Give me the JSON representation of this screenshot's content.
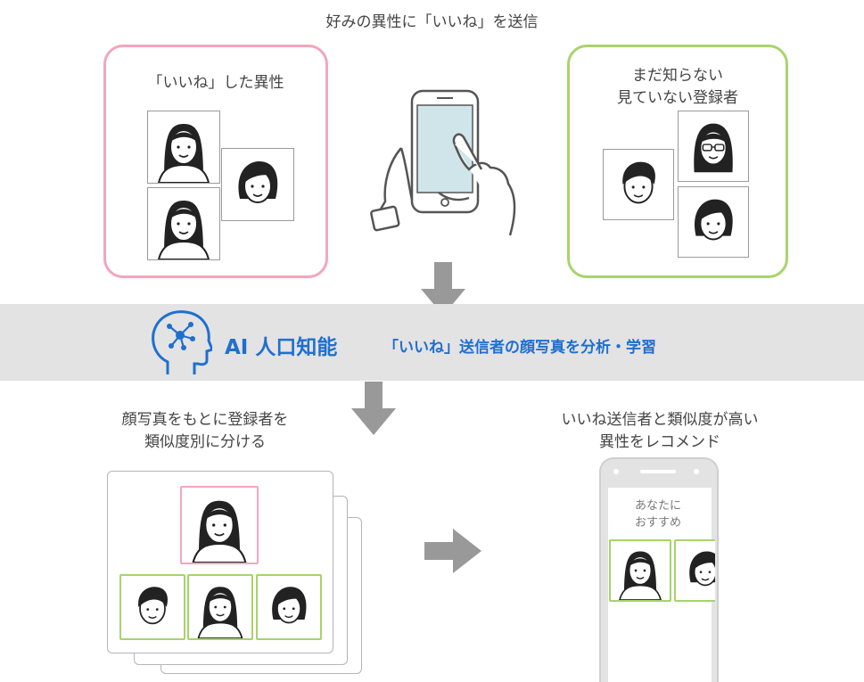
{
  "top": {
    "heading": "好みの異性に「いいね」を送信"
  },
  "liked_panel": {
    "title": "「いいね」した異性",
    "border_color": "#f2a6bd"
  },
  "unseen_panel": {
    "title_line1": "まだ知らない",
    "title_line2": "見ていない登録者",
    "border_color": "#a8d46b"
  },
  "ai_band": {
    "title": "AI 人口知能",
    "description": "「いいね」送信者の顔写真を分析・学習",
    "color": "#1f6fcf"
  },
  "classify": {
    "line1": "顔写真をもとに登録者を",
    "line2": "類似度別に分ける"
  },
  "recommend": {
    "line1": "いいね送信者と類似度が高い",
    "line2": "異性をレコメンド",
    "screen_line1": "あなたに",
    "screen_line2": "おすすめ"
  },
  "icons": [
    "face-icon",
    "hand-phone-icon",
    "ai-head-icon",
    "arrow-down-icon",
    "arrow-right-icon"
  ]
}
